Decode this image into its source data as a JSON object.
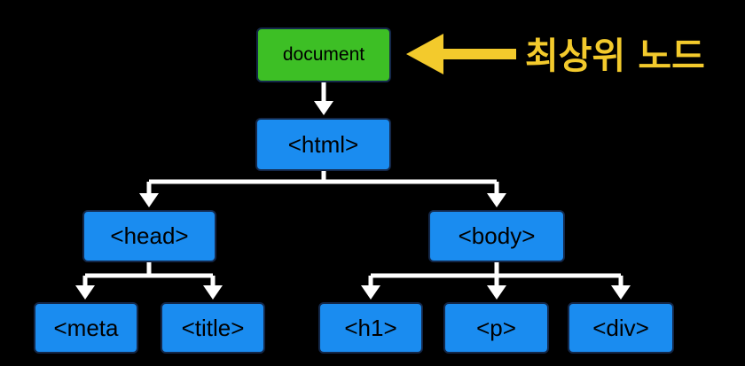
{
  "nodes": {
    "document": "document",
    "html": "<html>",
    "head": "<head>",
    "body": "<body>",
    "meta": "<meta",
    "title": "<title>",
    "h1": "<h1>",
    "p": "<p>",
    "div": "<div>"
  },
  "callout": {
    "text": "최상위 노드",
    "color": "#f3ca2c"
  },
  "colors": {
    "node": "#1a8cf0",
    "root": "#3dbf25",
    "background": "#000000",
    "connector": "#ffffff"
  }
}
